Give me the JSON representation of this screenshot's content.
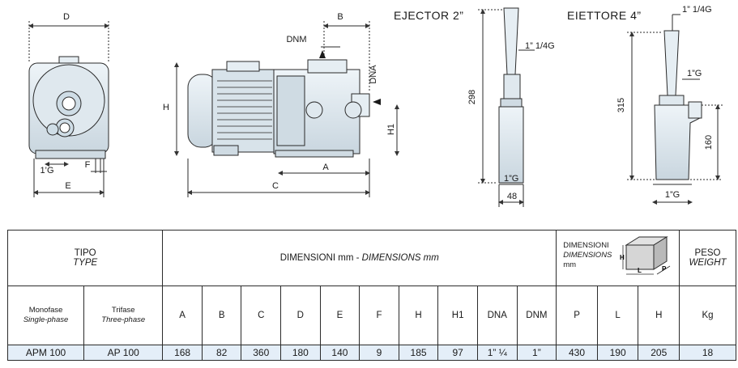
{
  "drawing": {
    "front_view": {
      "D": "D",
      "E": "E",
      "F": "F",
      "G": "1’G"
    },
    "side_view": {
      "B": "B",
      "DNM": "DNM",
      "DNA": "DNA",
      "H": "H",
      "H1": "H1",
      "A": "A",
      "C": "C"
    },
    "ejector_2": {
      "title": "EJECTOR 2”",
      "inlet": "1” 1/4G",
      "height": "298",
      "base_thread": "1”G",
      "width": "48"
    },
    "ejector_4": {
      "title": "EIETTORE 4”",
      "inlet": "1” 1/4G",
      "side_thread": "1”G",
      "height": "315",
      "lower_height": "160",
      "base_thread": "1”G"
    }
  },
  "table": {
    "tipo": "TIPO",
    "type": "TYPE",
    "dimensioni": "DIMENSIONI mm - ",
    "dimensions": "DIMENSIONS mm",
    "box_label_1": "DIMENSIONI",
    "box_label_2": "DIMENSIONS",
    "box_label_3": "mm",
    "box_H": "H",
    "box_L": "L",
    "box_P": "P",
    "peso": "PESO",
    "weight": "WEIGHT",
    "monofase": "Monofase",
    "single_phase": "Single-phase",
    "trifase": "Trifase",
    "three_phase": "Three-phase",
    "columns": [
      "A",
      "B",
      "C",
      "D",
      "E",
      "F",
      "H",
      "H1",
      "DNA",
      "DNM",
      "P",
      "L",
      "H",
      "Kg"
    ],
    "row": {
      "mono": "APM 100",
      "tri": "AP 100",
      "values": [
        "168",
        "82",
        "360",
        "180",
        "140",
        "9",
        "185",
        "97",
        "1” ¼",
        "1”",
        "430",
        "190",
        "205",
        "18"
      ]
    }
  }
}
